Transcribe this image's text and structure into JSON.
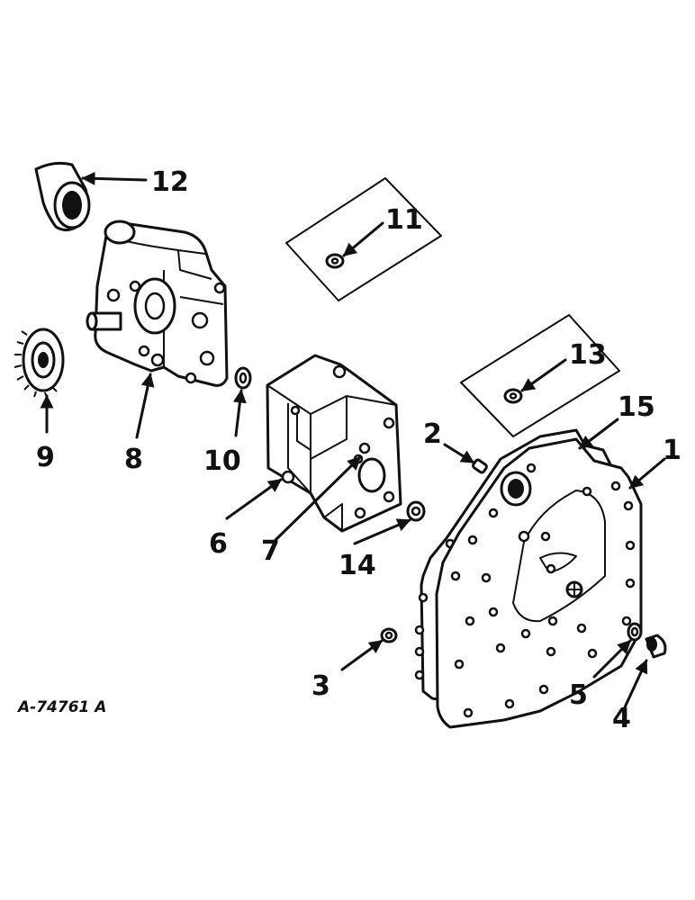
{
  "drawing_number": "A-74761 A",
  "callouts": {
    "c1": "1",
    "c2": "2",
    "c3": "3",
    "c4": "4",
    "c5": "5",
    "c6": "6",
    "c7": "7",
    "c8": "8",
    "c9": "9",
    "c10": "10",
    "c11": "11",
    "c12": "12",
    "c13": "13",
    "c14": "14",
    "c15": "15"
  },
  "colors": {
    "ink": "#111111",
    "paper": "#ffffff"
  }
}
